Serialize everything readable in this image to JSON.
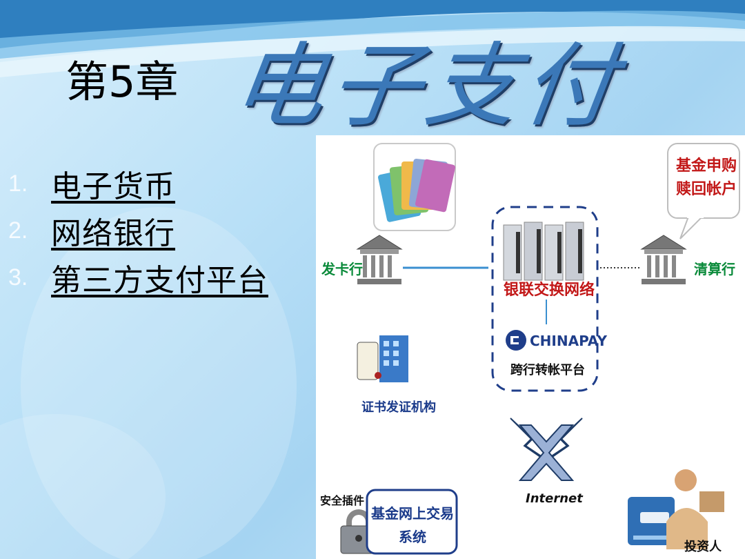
{
  "slide": {
    "title_prefix": "第5章",
    "title_main": "电子支付"
  },
  "toc": [
    {
      "num": "1.",
      "label": "电子货币"
    },
    {
      "num": "2.",
      "label": "网络银行"
    },
    {
      "num": "3.",
      "label": "第三方支付平台"
    }
  ],
  "diagram": {
    "issuer_bank": "发卡行",
    "clearing_bank": "清算行",
    "fund_account_line1": "基金申购",
    "fund_account_line2": "赎回帐户",
    "unionpay_network": "银联交换网络",
    "chinapay": "CHINAPAY",
    "cross_bank_platform": "跨行转帐平台",
    "cert_authority": "证书发证机构",
    "internet": "Internet",
    "security_plugin": "安全插件",
    "trading_system_line1": "基金网上交易",
    "trading_system_line2": "系统",
    "investor": "投资人"
  },
  "colors": {
    "title_blue": "#3b78b8",
    "green_label": "#0a8a3a",
    "red_label": "#c21818",
    "dark_blue_label": "#1a3a8a"
  }
}
